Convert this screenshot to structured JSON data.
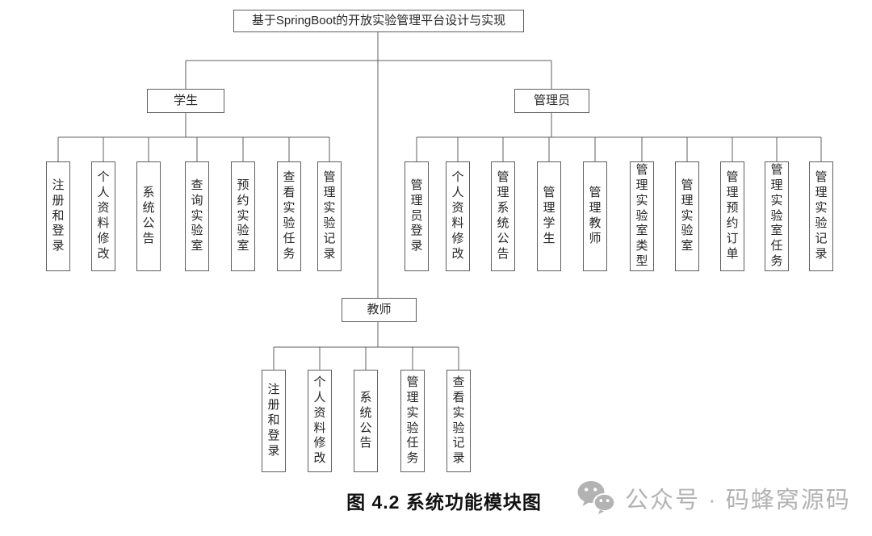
{
  "diagram": {
    "root": "基于SpringBoot的开放实验管理平台设计与实现",
    "branches": {
      "student": {
        "label": "学生",
        "children": [
          "注册和登录",
          "个人资料修改",
          "系统公告",
          "查询实验室",
          "预约实验室",
          "查看实验任务",
          "管理实验记录"
        ]
      },
      "admin": {
        "label": "管理员",
        "children": [
          "管理员登录",
          "个人资料修改",
          "管理系统公告",
          "管理学生",
          "管理教师",
          "管理实验室类型",
          "管理实验室",
          "管理预约订单",
          "管理实验室任务",
          "管理实验记录"
        ]
      },
      "teacher": {
        "label": "教师",
        "children": [
          "注册和登录",
          "个人资料修改",
          "系统公告",
          "管理实验任务",
          "查看实验记录"
        ]
      }
    }
  },
  "caption": "图 4.2 系统功能模块图",
  "watermark": {
    "icon": "wechat-logo",
    "text": "公众号 · 码蜂窝源码"
  },
  "colors": {
    "line": "#5f5f5f",
    "watermark_gray": "#b3b3b3",
    "background": "#ffffff"
  }
}
